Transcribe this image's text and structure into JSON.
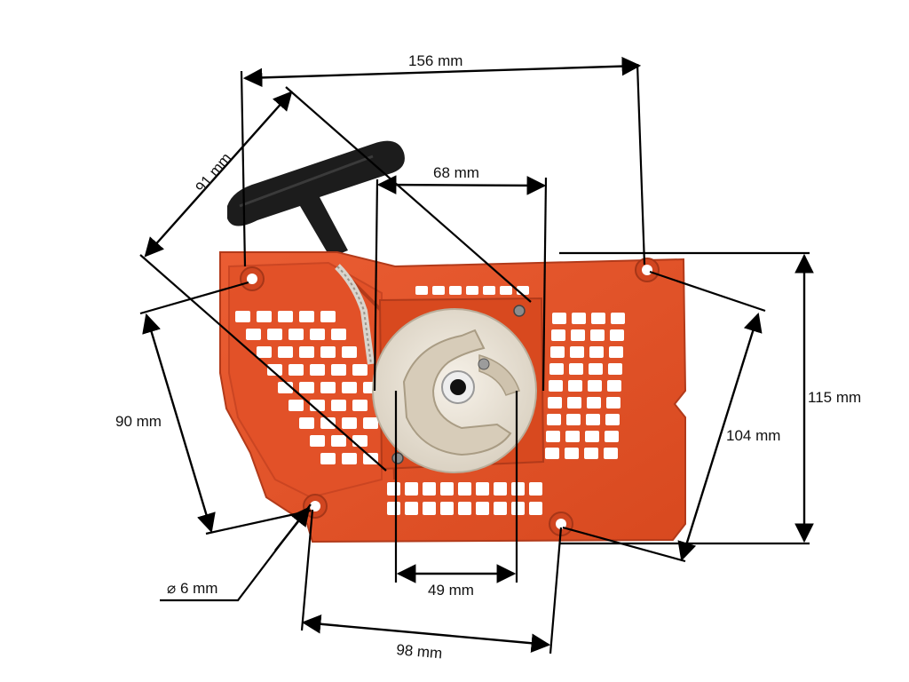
{
  "image": {
    "subject": "recoil starter",
    "colors": {
      "housing": "#e5552c",
      "housing_dark": "#b23a1a",
      "housing_shadow": "#c84422",
      "pulley": "#ece6db",
      "pulley_shadow": "#cbc2b2",
      "handle": "#1c1c1c",
      "rope": "#d9d4cc",
      "background": "#ffffff",
      "dimension_line": "#000000"
    }
  },
  "dimensions": {
    "width_top": "156 mm",
    "diagonal_top_left": "91 mm",
    "pulley_width": "68 mm",
    "height_right": "115 mm",
    "diagonal_right": "104 mm",
    "left_side": "90 mm",
    "hole_diameter": "⌀ 6 mm",
    "pawl_width": "49 mm",
    "bottom_holes": "98 mm"
  }
}
